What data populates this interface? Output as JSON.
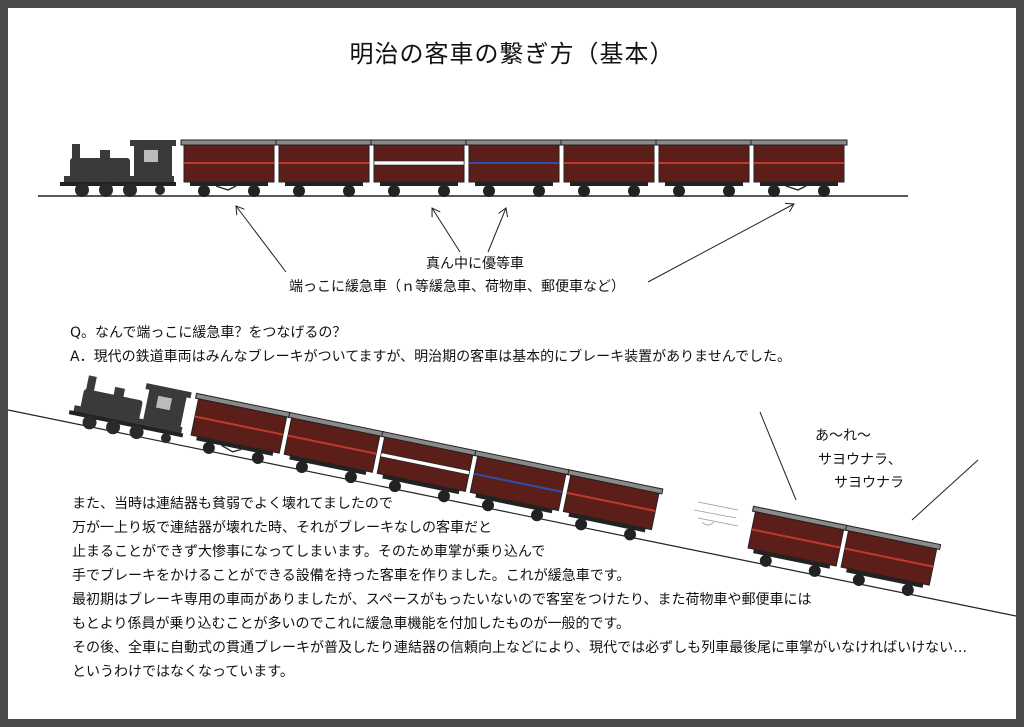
{
  "title": "明治の客車の繋ぎ方（基本）",
  "labels": {
    "center": "真ん中に優等車",
    "ends": "端っこに緩急車（ｎ等緩急車、荷物車、郵便車など）"
  },
  "qa": {
    "q": "Q。なんで端っこに緩急車？をつなげるの？",
    "a": "A．現代の鉄道車両はみんなブレーキがついてますが、明治期の客車は基本的にブレーキ装置がありませんでした。"
  },
  "callout": [
    "あ～れ～",
    "サヨウナラ、",
    "サヨウナラ"
  ],
  "paragraph": [
    "また、当時は連結器も貧弱でよく壊れてましたので",
    "万が一上り坂で連結器が壊れた時、それがブレーキなしの客車だと",
    "止まることができず大惨事になってしまいます。そのため車掌が乗り込んで",
    "手でブレーキをかけることができる設備を持った客車を作りました。これが緩急車です。",
    "最初期はブレーキ専用の車両がありましたが、スペースがもったいないので客室をつけたり、また荷物車や郵便車には",
    "もとより係員が乗り込むことが多いのでこれに緩急車機能を付加したものが一般的です。",
    "その後、全車に自動式の貫通ブレーキが普及したり連結器の信頼向上などにより、現代では必ずしも列車最後尾に車掌がいなければいけない…",
    "というわけではなくなっています。"
  ],
  "colors": {
    "car_body": "#5c1e18",
    "car_stripe_red": "#c0392b",
    "car_stripe_blue": "#2f4fb0",
    "car_roof": "#8a8a8a",
    "locomotive": "#3a3a3a"
  }
}
